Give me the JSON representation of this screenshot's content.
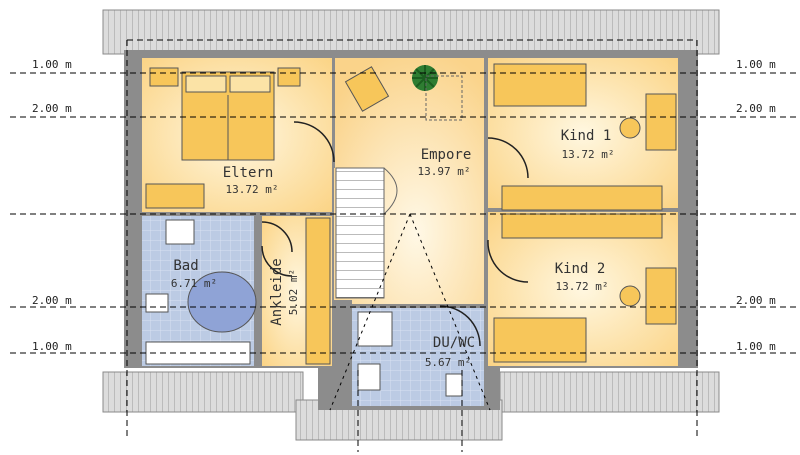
{
  "rooms": [
    {
      "id": "eltern",
      "name": "Eltern",
      "area": "13.72 m²"
    },
    {
      "id": "empore",
      "name": "Empore",
      "area": "13.97 m²"
    },
    {
      "id": "kind1",
      "name": "Kind 1",
      "area": "13.72 m²"
    },
    {
      "id": "kind2",
      "name": "Kind 2",
      "area": "13.72 m²"
    },
    {
      "id": "bad",
      "name": "Bad",
      "area": "6.71 m²"
    },
    {
      "id": "ankleide",
      "name": "Ankleide",
      "area": "5.02 m²"
    },
    {
      "id": "duwc",
      "name": "DU/WC",
      "area": "5.67 m²"
    }
  ],
  "dimension_lines": {
    "left": [
      "1.00 m",
      "2.00 m",
      "2.00 m",
      "1.00 m"
    ],
    "right": [
      "1.00 m",
      "2.00 m",
      "2.00 m",
      "1.00 m"
    ]
  },
  "colors": {
    "floor_warm": "#FBD98A",
    "floor_light": "#FFF6DA",
    "tile": "#B9C8E2",
    "wall": "#7A7A7A",
    "roof": "#D8D8D8",
    "furniture": "#F7C65A"
  }
}
